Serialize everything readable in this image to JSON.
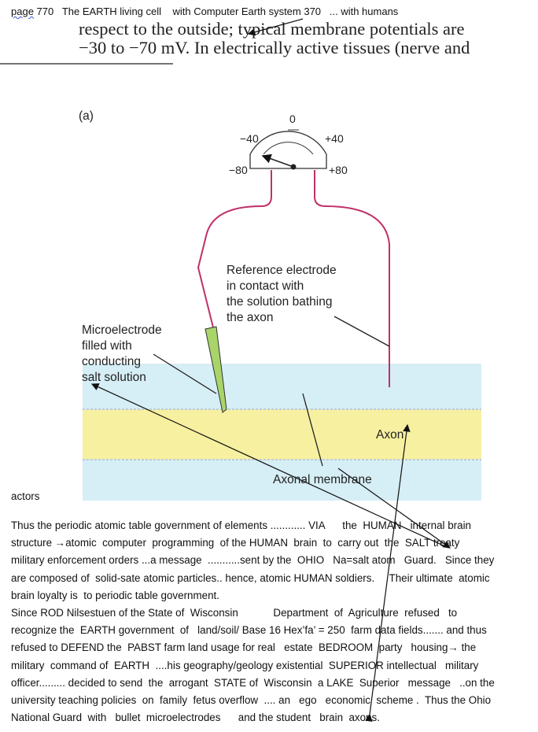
{
  "header": {
    "page_word": "page",
    "rest": " 770   The EARTH living cell    with Computer Earth system 370   ... with humans"
  },
  "scan_text": {
    "line1": "respect to the outside; typical membrane potentials are",
    "line2": "−30 to −70 mV. In electrically active tissues (nerve and"
  },
  "figure": {
    "panel_label": "(a)",
    "meter_ticks": [
      "0",
      "−40",
      "+40",
      "−80",
      "+80"
    ],
    "reference_label": "Reference electrode\nin contact with\nthe solution bathing\nthe axon",
    "micro_label": "Microelectrode\nfilled with\nconducting\nsalt solution",
    "axon_label": "Axon",
    "membrane_label": "Axonal membrane",
    "colors": {
      "solution": "#d6eef5",
      "axon": "#f7f0a0",
      "wire": "#c0306a",
      "electrode": "#a8d46a"
    }
  },
  "fragment": "actors",
  "body": {
    "lines": [
      "Thus the periodic atomic table government of elements ............ VIA      the  HUMAN   internal brain",
      "structure →atomic  computer  programming  of the HUMAN  brain  to  carry out  the  SALT treaty",
      "military enforcement orders ...a message  ...........sent by the  OHIO   Na=salt atom   Guard.   Since they",
      "are composed of  solid-sate atomic particles.. hence, atomic HUMAN soldiers.     Their ultimate  atomic",
      "brain loyalty is  to periodic table government.",
      "Since ROD Nilsestuen of the State of  Wisconsin            Department  of  Agriculture  refused   to",
      "recognize the  EARTH government  of   land/soil/ Base 16 Hex’fa’ = 250  farm data fields....... and thus",
      "refused to DEFEND the  PABST farm land usage for real   estate  BEDROOM  party   housing→ the",
      "military  command of  EARTH  ....his geography/geology existential  SUPERIOR intellectual   military",
      "officer......... decided to send  the  arrogant  STATE of  Wisconsin  a LAKE  Superior   message   ..on the",
      "university teaching policies  on  family  fetus overflow  .... an   ego   economic  scheme .  Thus the Ohio",
      "National Guard  with   bullet  microelectrodes      and the student   brain  axons."
    ]
  }
}
